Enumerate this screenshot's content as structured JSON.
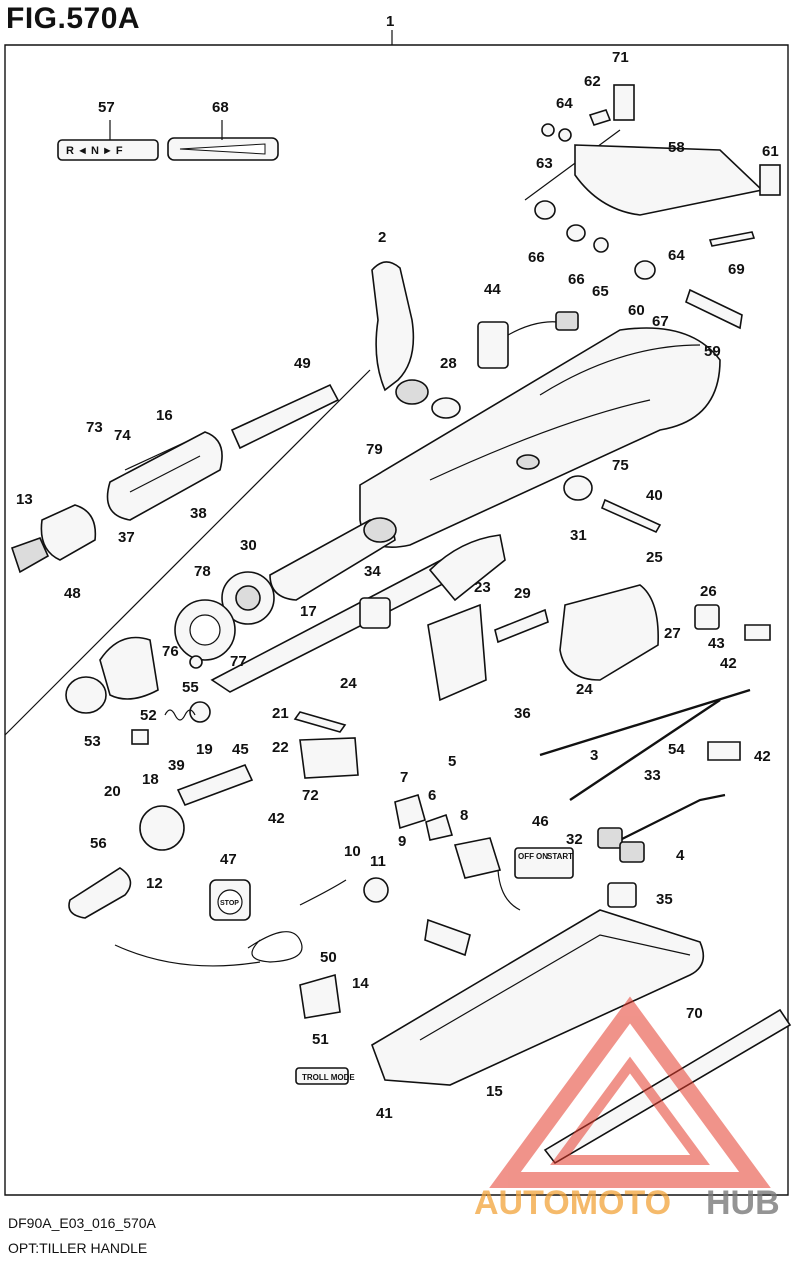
{
  "figure": {
    "title": "FIG.570A",
    "drawing_code": "DF90A_E03_016_570A",
    "caption": "OPT:TILLER HANDLE"
  },
  "callouts": [
    "1",
    "2",
    "3",
    "4",
    "5",
    "6",
    "7",
    "8",
    "9",
    "10",
    "11",
    "12",
    "13",
    "14",
    "15",
    "16",
    "17",
    "18",
    "19",
    "20",
    "21",
    "22",
    "23",
    "24",
    "24",
    "25",
    "26",
    "27",
    "28",
    "29",
    "30",
    "31",
    "32",
    "33",
    "34",
    "35",
    "36",
    "37",
    "38",
    "39",
    "40",
    "41",
    "42",
    "42",
    "42",
    "43",
    "44",
    "45",
    "46",
    "47",
    "48",
    "49",
    "50",
    "51",
    "52",
    "53",
    "54",
    "55",
    "56",
    "57",
    "58",
    "59",
    "60",
    "61",
    "62",
    "63",
    "64",
    "64",
    "65",
    "66",
    "66",
    "67",
    "68",
    "69",
    "70",
    "71",
    "72",
    "73",
    "74",
    "75",
    "76",
    "77",
    "78",
    "79"
  ],
  "plates": {
    "shift_label": "R ◄ N ► F",
    "switch_off": "OFF",
    "switch_on": "ON",
    "switch_start": "START",
    "stop_button": "STOP",
    "troll_mode": "TROLL MODE"
  },
  "watermark": {
    "text_part1": "AUTOMOTO",
    "text_part2": "HUB",
    "color_primary": "#e53b2c",
    "color_secondary": "#f2a33a",
    "color_gray": "#7a7a7a"
  }
}
